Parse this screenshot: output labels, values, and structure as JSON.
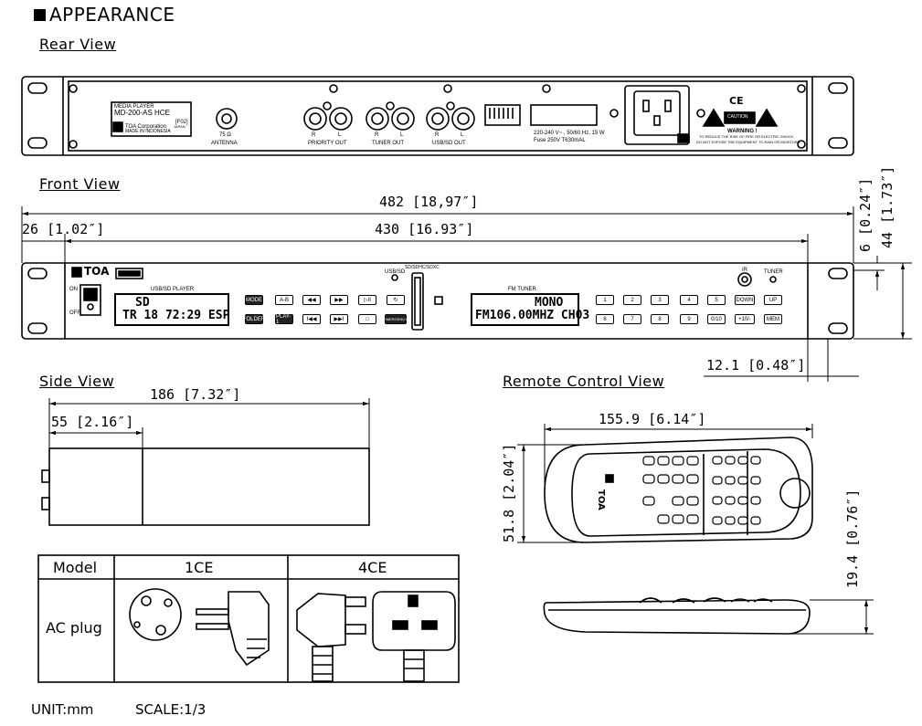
{
  "heading": "APPEARANCE",
  "views": {
    "rear": "Rear View",
    "front": "Front View",
    "side": "Side View",
    "remote": "Remote Control View"
  },
  "rear_panel": {
    "product_line1": "MEDIA PLAYER",
    "product_line2": "MD-200-AS HCE",
    "product_code": "[F02]",
    "maker": "TOA Corporation",
    "maker_country": "JAPAN",
    "made_in": "MADE IN INDONESIA",
    "antenna_ohm": "75 Ω",
    "antenna_label": "ANTENNA",
    "priority_out": "PRIORITY OUT",
    "tuner_out": "TUNER OUT",
    "usbsd_out": "USB/SD OUT",
    "r": "R",
    "l": "L",
    "power_line1": "220-240 V~ , 50/60 Hz, 15 W",
    "power_line2": "Fuse 250V T630mAL",
    "caution": "CAUTION",
    "warning": "WARNING !",
    "warning_text1": "TO REDUCE THE RISK OF FIRE OR ELECTRIC SHOCK,",
    "warning_text2": "DO NOT EXPOSE THE EQUIPMENT TO RAIN OR MOISTURE.",
    "ce": "CE"
  },
  "front_panel": {
    "brand": "TOA",
    "usb_sd_player": "USB/SD PLAYER",
    "on": "ON",
    "off": "OFF",
    "usbsd": "USB/SD",
    "sdhc": "SD/SDHC/SDXC",
    "fm_tuner": "FM TUNER",
    "ir": "IR",
    "tuner": "TUNER",
    "lcd1_line1": "SD",
    "lcd1_line2": "TR 18  72:29 ESP",
    "lcd2_line1": "MONO",
    "lcd2_line2": "FM106.00MHZ CH03",
    "player_buttons_row1": [
      "MODE",
      "A-B",
      "◀◀",
      "▶▶",
      "▷II",
      "↻"
    ],
    "player_buttons_row2": [
      "FOLDER",
      "PLAY-1",
      "I◀◀",
      "▶▶I",
      "□",
      "EMERGENCY"
    ],
    "tuner_buttons_row1": [
      "1",
      "2",
      "3",
      "4",
      "5",
      "DOWN",
      "UP"
    ],
    "tuner_buttons_row2": [
      "6",
      "7",
      "8",
      "9",
      "0/10",
      "+10/-",
      "MEM"
    ]
  },
  "dimensions": {
    "width_total": "482 [18,97″]",
    "width_body": "430 [16.93″]",
    "ear_offset": "26 [1.02″]",
    "height_total": "44 [1.73″]",
    "height_ear": "6 [0.24″]",
    "front_depth": "12.1 [0.48″]",
    "side_depth": "186 [7.32″]",
    "side_front": "55 [2.16″]",
    "remote_length": "155.9 [6.14″]",
    "remote_width": "51.8 [2.04″]",
    "remote_thickness": "19.4 [0.76″]"
  },
  "table": {
    "model_label": "Model",
    "plug_label": "AC plug",
    "col1": "1CE",
    "col2": "4CE"
  },
  "remote": {
    "brand": "TOA"
  },
  "footer": {
    "unit": "UNIT:mm",
    "scale": "SCALE:1/3"
  }
}
